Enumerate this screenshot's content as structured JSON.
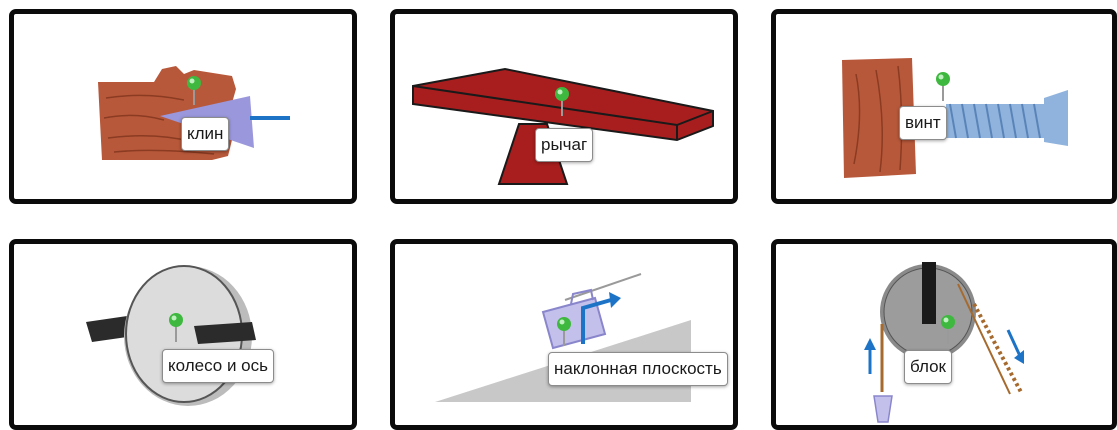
{
  "cards": [
    {
      "label": "клин"
    },
    {
      "label": "рычаг"
    },
    {
      "label": "винт"
    },
    {
      "label": "колесо и ось"
    },
    {
      "label": "наклонная плоскость"
    },
    {
      "label": "блок"
    }
  ],
  "colors": {
    "border": "#0b0b0b",
    "wood": "#b8583a",
    "lever": "#a81e1e",
    "wedge": "#9a97dc",
    "screw": "#8fb3dc",
    "arrow": "#1d74c7",
    "pin": "#3fb83f",
    "ramp": "#c8c8c8",
    "pulley": "#8a8a8a",
    "rope": "#a66a2e"
  }
}
